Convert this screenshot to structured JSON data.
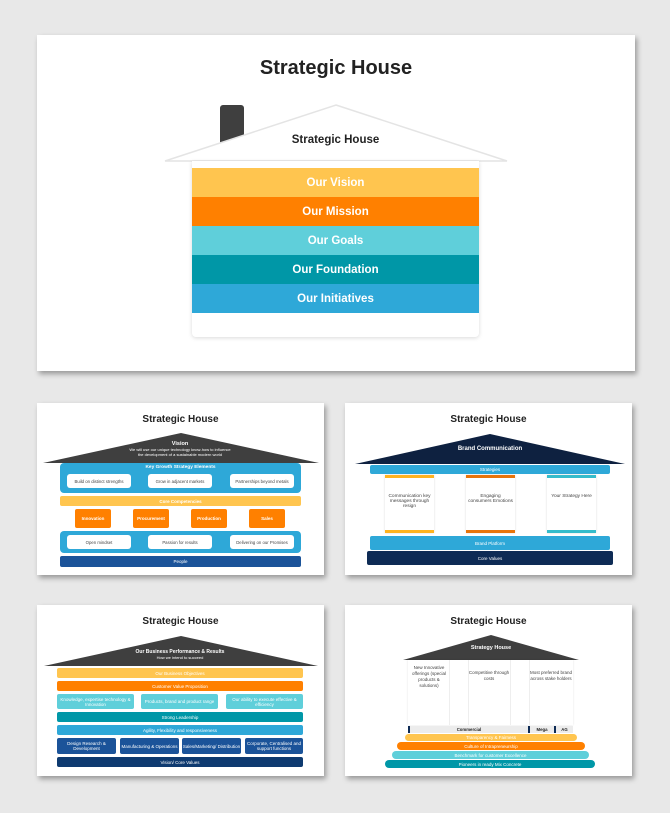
{
  "slide1": {
    "title": "Strategic House",
    "roof_label": "Strategic House",
    "bands": [
      {
        "label": "Our Vision",
        "color": "#FFC54F"
      },
      {
        "label": "Our Mission",
        "color": "#FF8000"
      },
      {
        "label": "Our Goals",
        "color": "#5FCFDA"
      },
      {
        "label": "Our Foundation",
        "color": "#0097A7"
      },
      {
        "label": "Our Initiatives",
        "color": "#2EA8D8"
      }
    ],
    "chimney_color": "#3F3F3F"
  },
  "slide2": {
    "title": "Strategic House",
    "roof": {
      "heading": "Vision",
      "text_line1": "We will use our unique technology know-how to influence",
      "text_line2": "the development of a sustainable modern world"
    },
    "key_growth": {
      "heading": "Key Growth Strategy  Elements",
      "items": [
        "Build on distinct strengths",
        "Grow in adjacent markets",
        "Partnerships beyond metals"
      ]
    },
    "core_competencies": {
      "label": "Core Competencies",
      "items": [
        "Innovation",
        "Procurement",
        "Production",
        "Sales"
      ]
    },
    "values": [
      "Open mindset",
      "Passion for results",
      "Delivering on our Promises"
    ],
    "base": "People"
  },
  "slide3": {
    "title": "Strategic House",
    "roof": "Brand Communication",
    "strategies": "Strategies",
    "pillars": [
      {
        "text": "Communication key messages through resign",
        "color": "#FFB31F"
      },
      {
        "text": "Engaging consumers Emotions",
        "color": "#E8740A"
      },
      {
        "text": "Your Strategy Here",
        "color": "#35BCCB"
      }
    ],
    "brand_platform": "Brand Platform",
    "core_values": "Core Values"
  },
  "slide4": {
    "title": "Strategic House",
    "roof": {
      "heading": "Our Business Performance & Results",
      "sub": "How we intend to succeed"
    },
    "objectives": "Our Business Objectives",
    "value_prop": "Customer Value Proposition",
    "capabilities": [
      "Knowledge, expertise technology & Innovation",
      "Products, brand and product range",
      "Our ability to execute effective & efficiency"
    ],
    "leadership": "Strong Leadership",
    "agility": "Agility, Flexibility and responsiveness",
    "functions": [
      "Design Research & Development",
      "Manufacturing & Operations",
      "Sales/Marketing/ Distribution",
      "Corporate, Centralised and support functions"
    ],
    "base": "Vision/ Core Values"
  },
  "slide5": {
    "title": "Strategic House",
    "roof": "Strategy House",
    "pillars": [
      "New Innovative offerings (special products & solutions)",
      "Competitive through costs",
      "Most preferred brand across stake holders"
    ],
    "segments": [
      "Commercial",
      "Mega",
      "AG"
    ],
    "steps": [
      {
        "label": "Transparency & Fairness",
        "color": "#FFC54F"
      },
      {
        "label": "Culture of Intrapreneurship",
        "color": "#FF8000"
      },
      {
        "label": "Benchmark for customer Excellence",
        "color": "#5FCFDA"
      },
      {
        "label": "Pioneers in ready Mix Concrete",
        "color": "#0097A7"
      }
    ]
  }
}
